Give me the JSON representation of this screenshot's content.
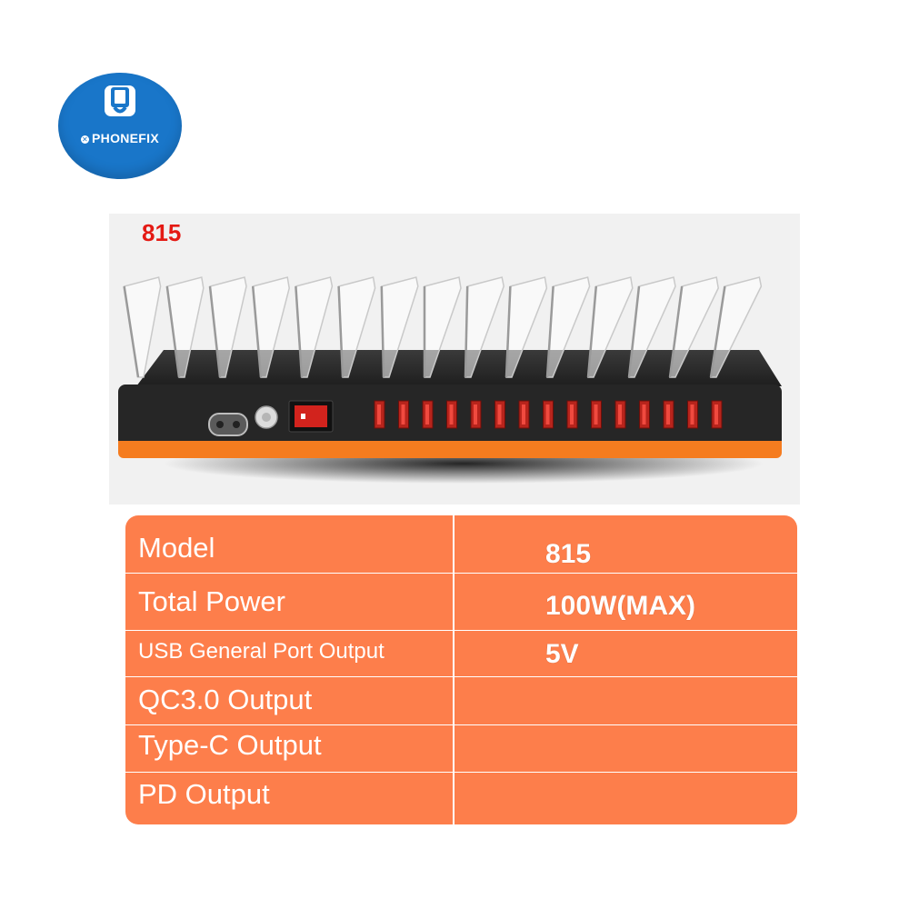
{
  "brand": {
    "name": "PHONEFIX",
    "color": "#1976c9"
  },
  "product": {
    "model_label": "815",
    "model_label_color": "#e41a14",
    "slot_count": 15,
    "usb_port_count": 15
  },
  "specs": {
    "background_color": "#fd7e4b",
    "rows": [
      {
        "label": "Model",
        "value": "815"
      },
      {
        "label": "Total Power",
        "value": "100W(MAX)"
      },
      {
        "label": "USB General Port Output",
        "value": "5V"
      },
      {
        "label": "QC3.0 Output",
        "value": ""
      },
      {
        "label": "Type-C Output",
        "value": ""
      },
      {
        "label": "PD Output",
        "value": ""
      }
    ]
  }
}
